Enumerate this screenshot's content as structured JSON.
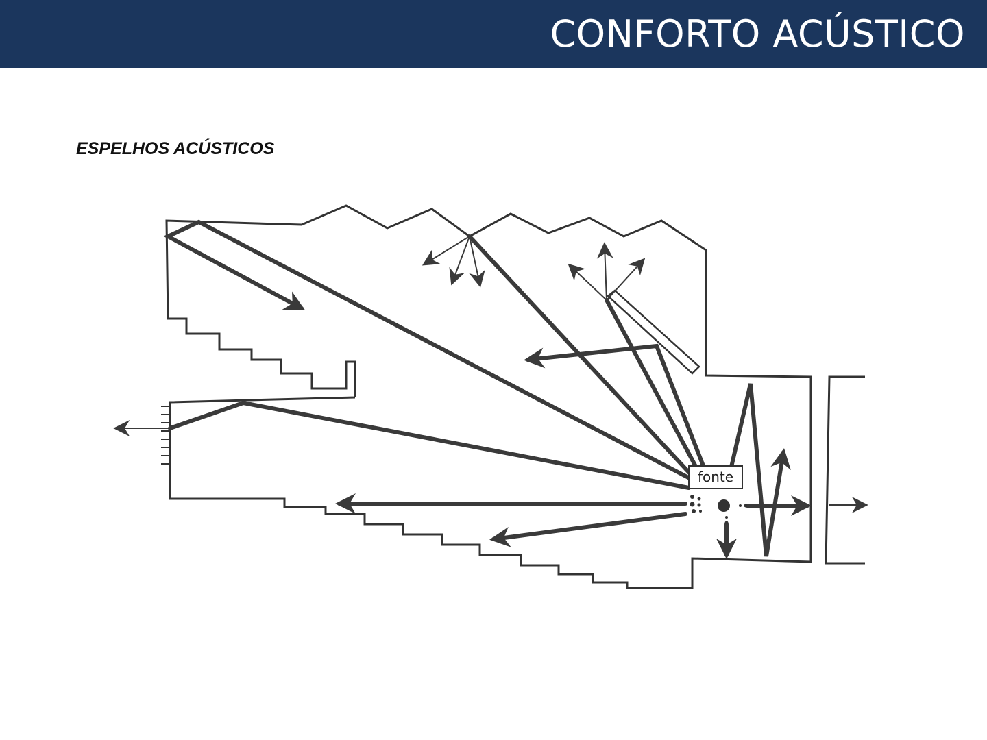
{
  "header": {
    "title": "CONFORTO ACÚSTICO",
    "background": "#1b365d"
  },
  "section": {
    "title": "ESPELHOS ACÚSTICOS"
  },
  "diagram": {
    "source_label": "fonte",
    "line_color": "#3a3a3a"
  }
}
